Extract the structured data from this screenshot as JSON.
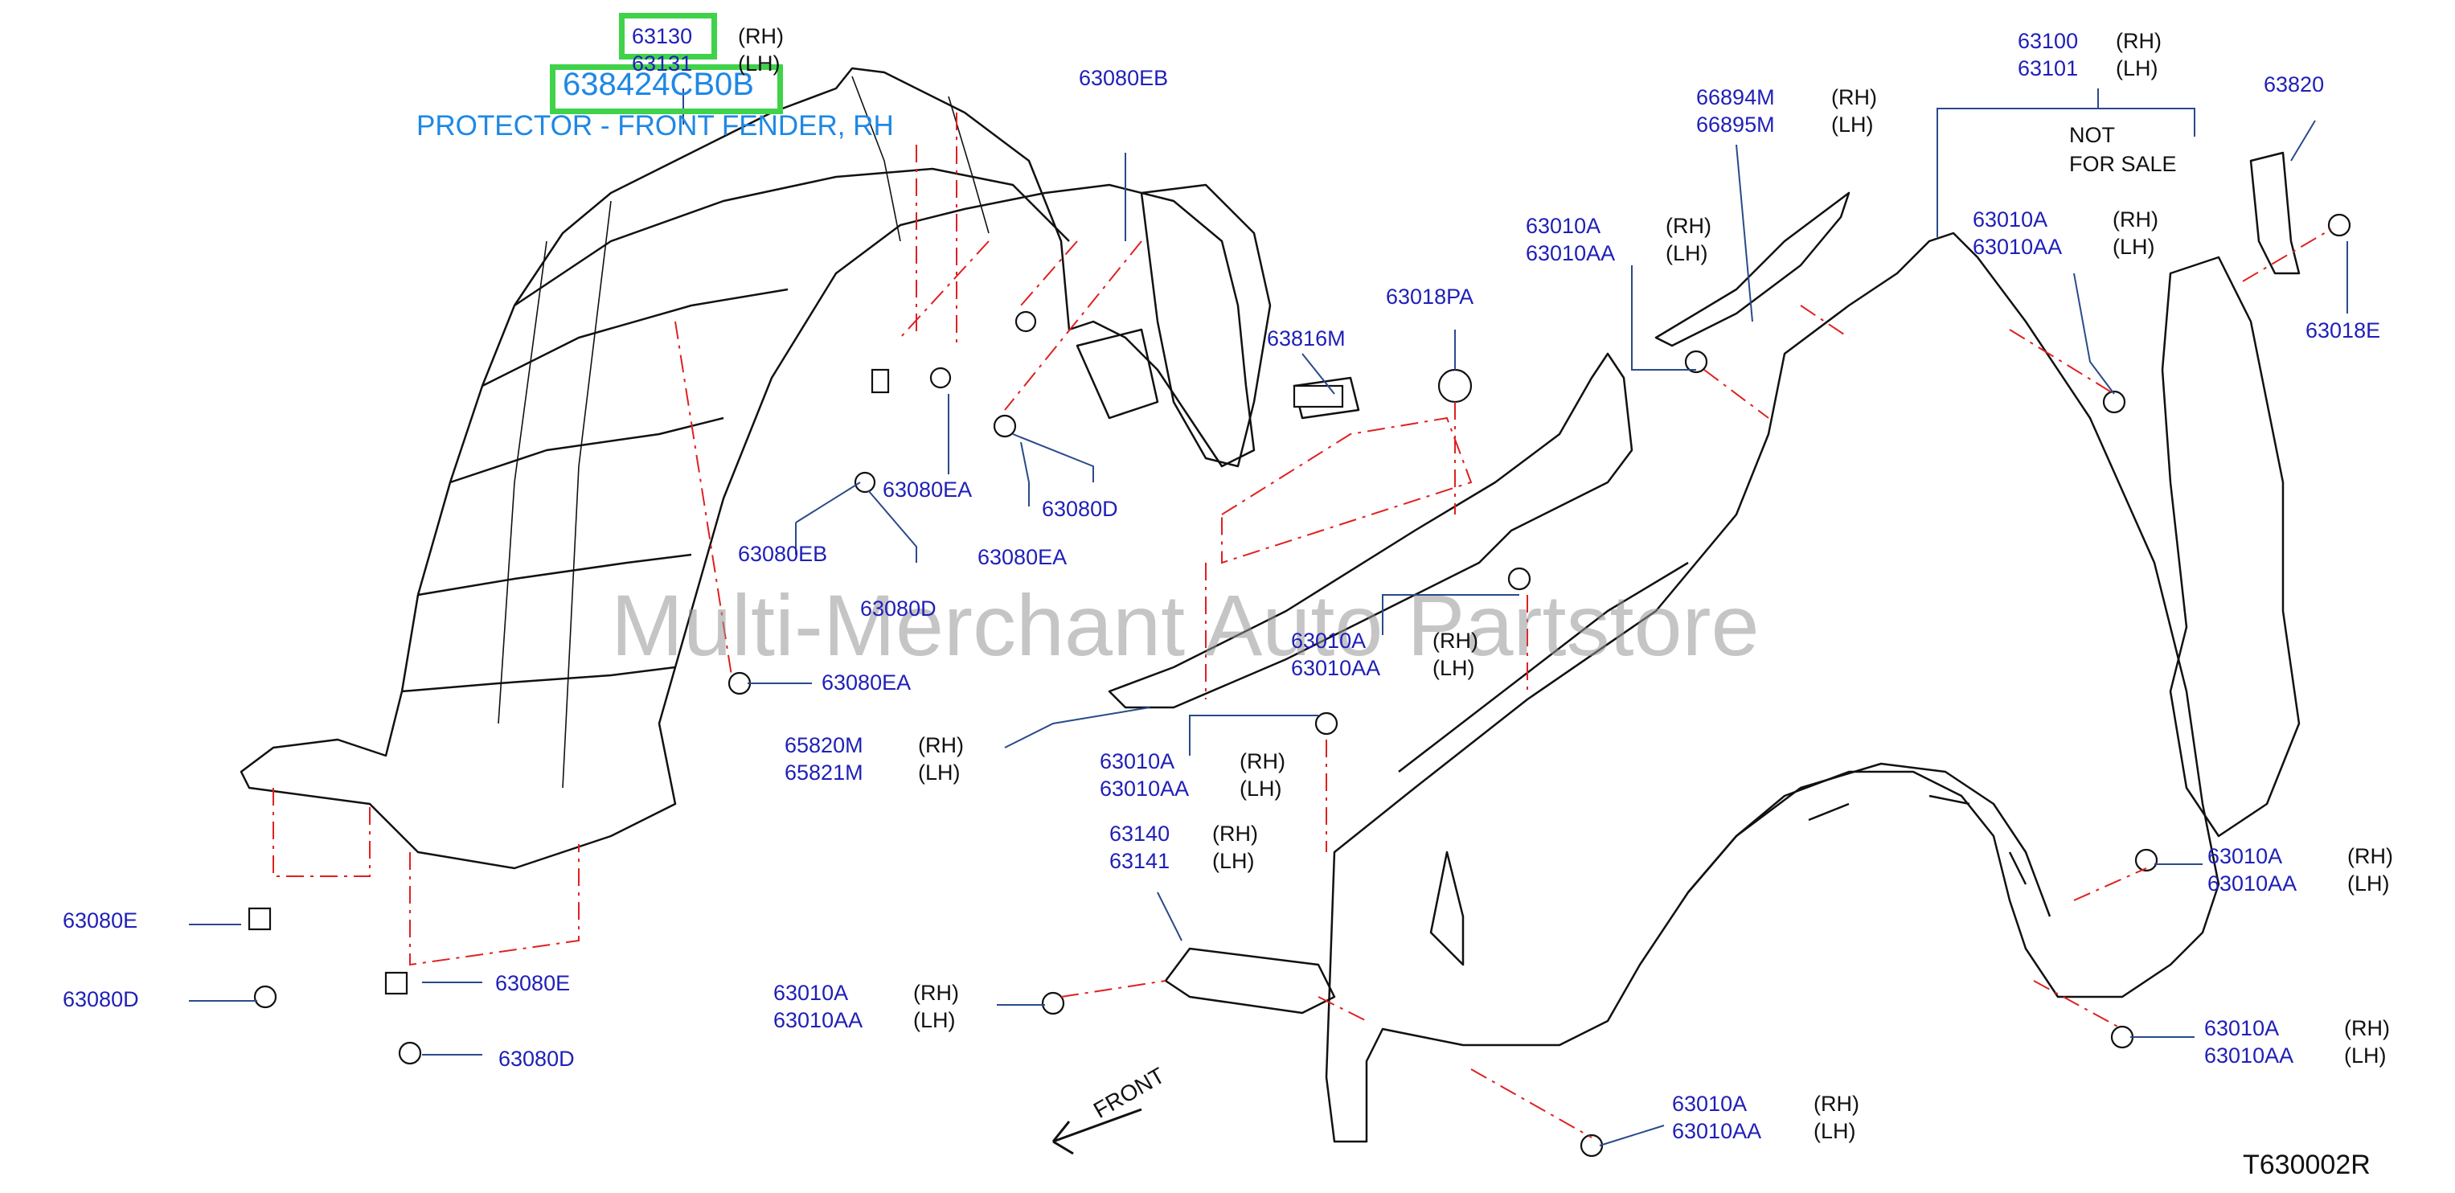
{
  "watermark": "Multi-Merchant Auto Partstore",
  "diagram_code": "T630002R",
  "front_label": "FRONT",
  "not_for_sale": [
    "NOT",
    "FOR  SALE"
  ],
  "highlight": {
    "part_number": "638424CB0B",
    "part_name": "PROTECTOR - FRONT FENDER, RH"
  },
  "callouts": [
    {
      "rh": "63130",
      "lh": "63131",
      "rh_side": "(RH)",
      "lh_side": "(LH)"
    },
    {
      "rh": "63100",
      "lh": "63101",
      "rh_side": "(RH)",
      "lh_side": "(LH)"
    },
    {
      "rh": "66894M",
      "lh": "66895M",
      "rh_side": "(RH)",
      "lh_side": "(LH)"
    },
    {
      "rh": "63010A",
      "lh": "63010AA",
      "rh_side": "(RH)",
      "lh_side": "(LH)"
    },
    {
      "rh": "63010A",
      "lh": "63010AA",
      "rh_side": "(RH)",
      "lh_side": "(LH)"
    },
    {
      "rh": "63010A",
      "lh": "63010AA",
      "rh_side": "(RH)",
      "lh_side": "(LH)"
    },
    {
      "rh": "65820M",
      "lh": "65821M",
      "rh_side": "(RH)",
      "lh_side": "(LH)"
    },
    {
      "rh": "63010A",
      "lh": "63010AA",
      "rh_side": "(RH)",
      "lh_side": "(LH)"
    },
    {
      "rh": "63140",
      "lh": "63141",
      "rh_side": "(RH)",
      "lh_side": "(LH)"
    },
    {
      "rh": "63010A",
      "lh": "63010AA",
      "rh_side": "(RH)",
      "lh_side": "(LH)"
    },
    {
      "rh": "63010A",
      "lh": "63010AA",
      "rh_side": "(RH)",
      "lh_side": "(LH)"
    },
    {
      "rh": "63010A",
      "lh": "63010AA",
      "rh_side": "(RH)",
      "lh_side": "(LH)"
    },
    {
      "rh": "63010A",
      "lh": "63010AA",
      "rh_side": "(RH)",
      "lh_side": "(LH)"
    }
  ],
  "single_labels": [
    "63080EB",
    "63018PA",
    "63816M",
    "63080EA",
    "63080D",
    "63080EB",
    "63080EA",
    "63080D",
    "63080EA",
    "63820",
    "63018E",
    "63080E",
    "63080D",
    "63080E",
    "63080D"
  ],
  "colors": {
    "label": "#1f1fb8",
    "highlight_border": "#3fd24a",
    "highlight_text": "#1e88e5",
    "leader_dash": "#e02020",
    "leader_solid": "#2a4a8a"
  }
}
